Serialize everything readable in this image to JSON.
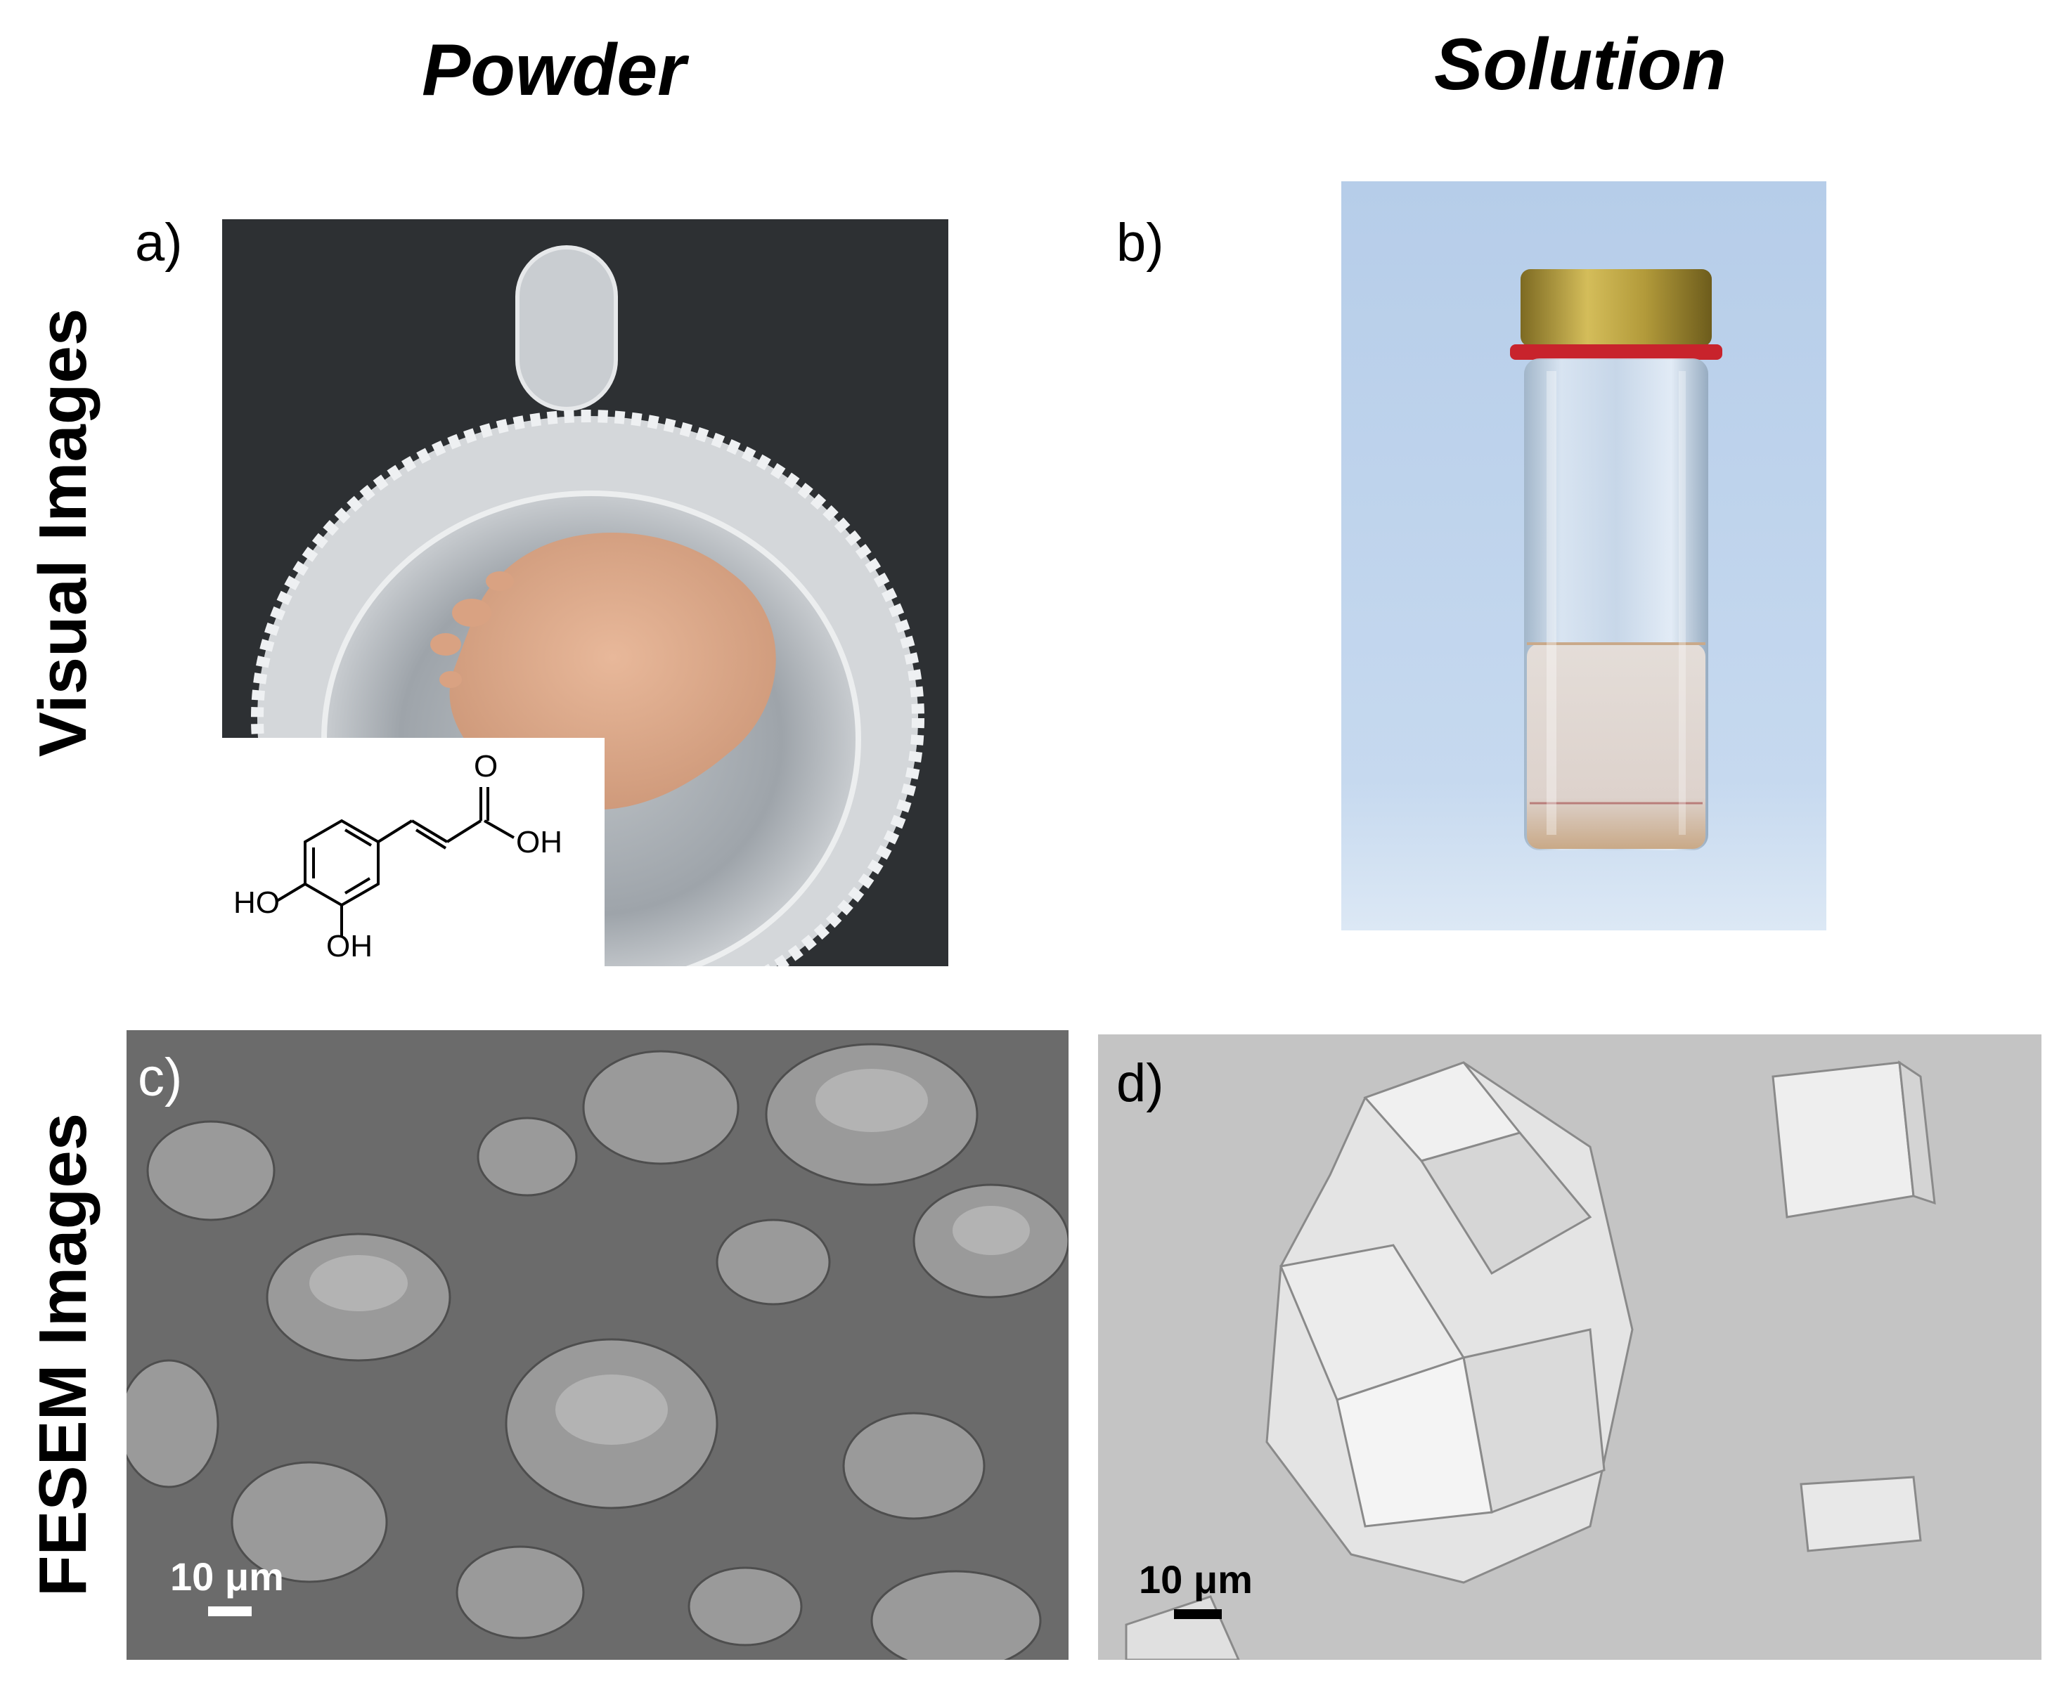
{
  "column_titles": [
    "Powder",
    "Solution"
  ],
  "row_titles": [
    "Visual  Images",
    "FESEM Images"
  ],
  "panels": [
    {
      "letter": "a)"
    },
    {
      "letter": "b)"
    },
    {
      "letter": "c)",
      "scalebar": "10 μm"
    },
    {
      "letter": "d)",
      "scalebar": "10 μm"
    }
  ],
  "molecule": {
    "carbonyl_o": "O",
    "acid_oh": "OH",
    "ho_left": "HO",
    "oh_bottom": "OH"
  },
  "colors": {
    "powder": "#e3ad8f",
    "background_dark": "#2d3033",
    "vial_background": "#bcd2ec",
    "cap_gold": "#b29a3a",
    "cap_red": "#c8232c",
    "sem_gray_c": "#6f6f6f",
    "sem_gray_d": "#c6c6c6"
  }
}
